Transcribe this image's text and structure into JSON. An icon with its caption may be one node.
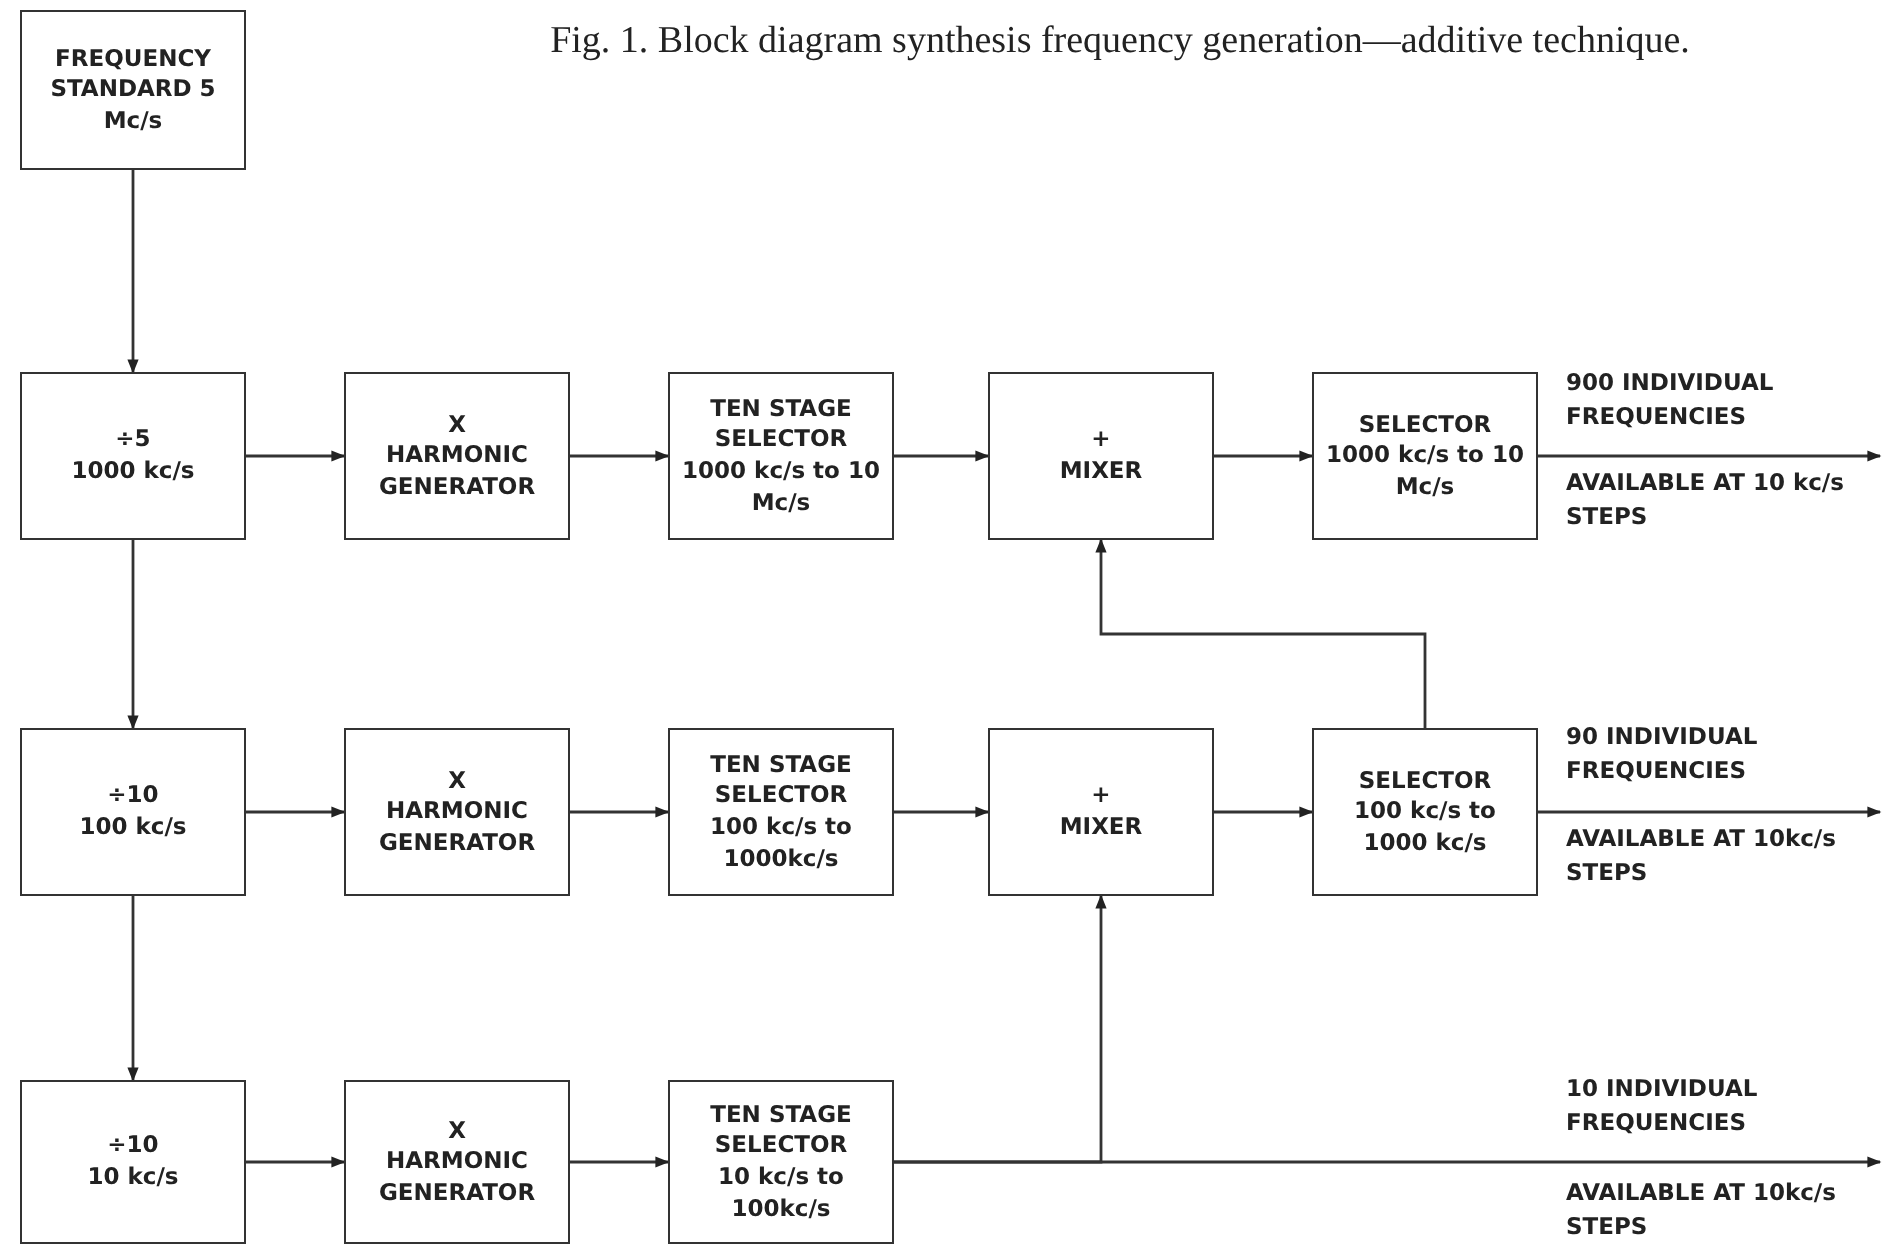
{
  "diagram": {
    "title": "Fig. 1. Block diagram synthesis frequency generation—additive technique.",
    "nodes": [
      {
        "text": [
          "FREQUENCY STANDARD 5 Mc/s"
        ]
      },
      {
        "text": [
          "÷5",
          "1000 kc/s"
        ]
      },
      {
        "text": [
          "X",
          "HARMONIC GENERATOR"
        ]
      },
      {
        "text": [
          "TEN STAGE SELECTOR",
          "1000 kc/s to 10 Mc/s"
        ]
      },
      {
        "text": [
          "+",
          "MIXER"
        ]
      },
      {
        "text": [
          "SELECTOR",
          "1000 kc/s to 10 Mc/s"
        ]
      },
      {
        "text": [
          "÷10",
          "100 kc/s"
        ]
      },
      {
        "text": [
          "X",
          "HARMONIC GENERATOR"
        ]
      },
      {
        "text": [
          "TEN STAGE SELECTOR",
          "100 kc/s to 1000kc/s"
        ]
      },
      {
        "text": [
          "+",
          "MIXER"
        ]
      },
      {
        "text": [
          "SELECTOR",
          "100 kc/s to 1000 kc/s"
        ]
      },
      {
        "text": [
          "÷10",
          "10 kc/s"
        ]
      },
      {
        "text": [
          "X",
          "HARMONIC GENERATOR"
        ]
      },
      {
        "text": [
          "TEN STAGE SELECTOR",
          "10 kc/s to 100kc/s"
        ]
      }
    ],
    "edges": [
      {
        "from": 0,
        "to": 1,
        "arrow": "to"
      },
      {
        "from": 1,
        "to": 2,
        "arrow": "to"
      },
      {
        "from": 2,
        "to": 3,
        "arrow": "to"
      },
      {
        "from": 3,
        "to": 4,
        "arrow": "to"
      },
      {
        "from": 4,
        "to": 5,
        "arrow": "to"
      },
      {
        "from": 5,
        "to": null,
        "arrow": "to"
      },
      {
        "from": 1,
        "to": 6,
        "arrow": "to"
      },
      {
        "from": 6,
        "to": 7,
        "arrow": "to"
      },
      {
        "from": 7,
        "to": 8,
        "arrow": "to"
      },
      {
        "from": 8,
        "to": 9,
        "arrow": "to"
      },
      {
        "from": 9,
        "to": 10,
        "arrow": "to"
      },
      {
        "from": 10,
        "to": null,
        "arrow": "to"
      },
      {
        "from": 10,
        "to": 4,
        "arrow": "to"
      },
      {
        "from": 6,
        "to": 11,
        "arrow": "to"
      },
      {
        "from": 11,
        "to": 12,
        "arrow": "to"
      },
      {
        "from": 12,
        "to": 13,
        "arrow": "to"
      },
      {
        "from": 13,
        "to": 9,
        "arrow": "to"
      },
      {
        "from": 13,
        "to": null,
        "arrow": "to"
      }
    ],
    "labels": [
      "900 INDIVIDUAL FREQUENCIES",
      "AVAILABLE AT 10 kc/s STEPS",
      "90 INDIVIDUAL FREQUENCIES",
      "AVAILABLE AT 10kc/s STEPS",
      "10 INDIVIDUAL FREQUENCIES",
      "AVAILABLE AT 10kc/s STEPS"
    ]
  }
}
